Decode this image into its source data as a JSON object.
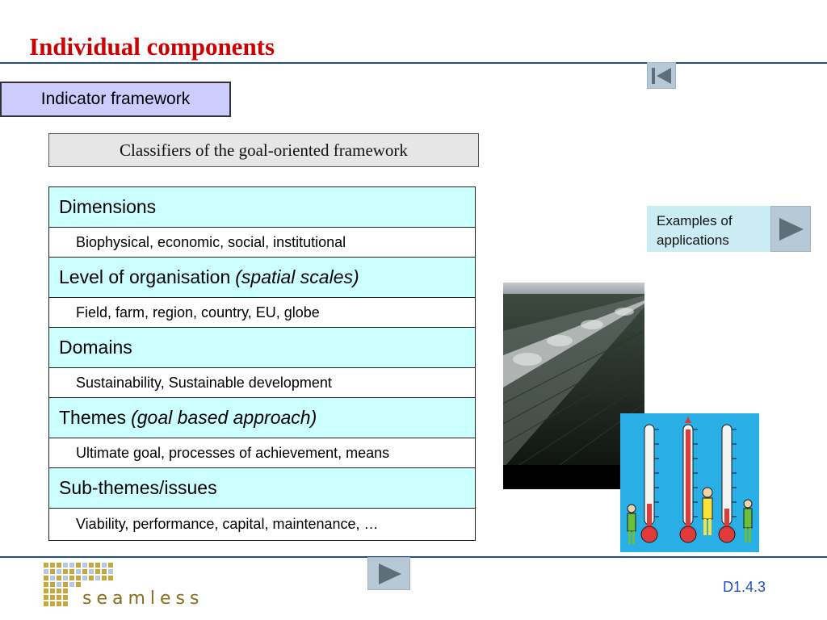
{
  "slide": {
    "title": "Individual components",
    "id": "D1.4.3"
  },
  "indicator_framework": {
    "label": "Indicator framework"
  },
  "classifiers": {
    "header": "Classifiers of the goal-oriented framework",
    "rows": [
      {
        "heading": "Dimensions",
        "heading_italic": "",
        "detail": "Biophysical, economic, social, institutional"
      },
      {
        "heading": "Level of organisation",
        "heading_italic": "(spatial scales)",
        "detail": "Field, farm, region, country, EU, globe"
      },
      {
        "heading": "Domains",
        "heading_italic": "",
        "detail": "Sustainability, Sustainable development"
      },
      {
        "heading": "Themes",
        "heading_italic": "(goal based approach)",
        "detail": "Ultimate goal, processes of achievement, means"
      },
      {
        "heading": "Sub-themes/issues",
        "heading_italic": "",
        "detail": "Viability, performance, capital, maintenance, …"
      }
    ]
  },
  "examples": {
    "label": "Examples of applications"
  },
  "logo": {
    "text": "seamless"
  },
  "colors": {
    "title": "#cc0000",
    "rule": "#1f4e8c",
    "indicator_bg": "#ccccff",
    "table_head_bg": "#ccffff",
    "nav_button_bg": "#b7c9d6",
    "slide_id": "#1f4ec8"
  },
  "icons": {
    "nav_back": "skip-back-icon",
    "nav_forward": "play-forward-icon"
  }
}
